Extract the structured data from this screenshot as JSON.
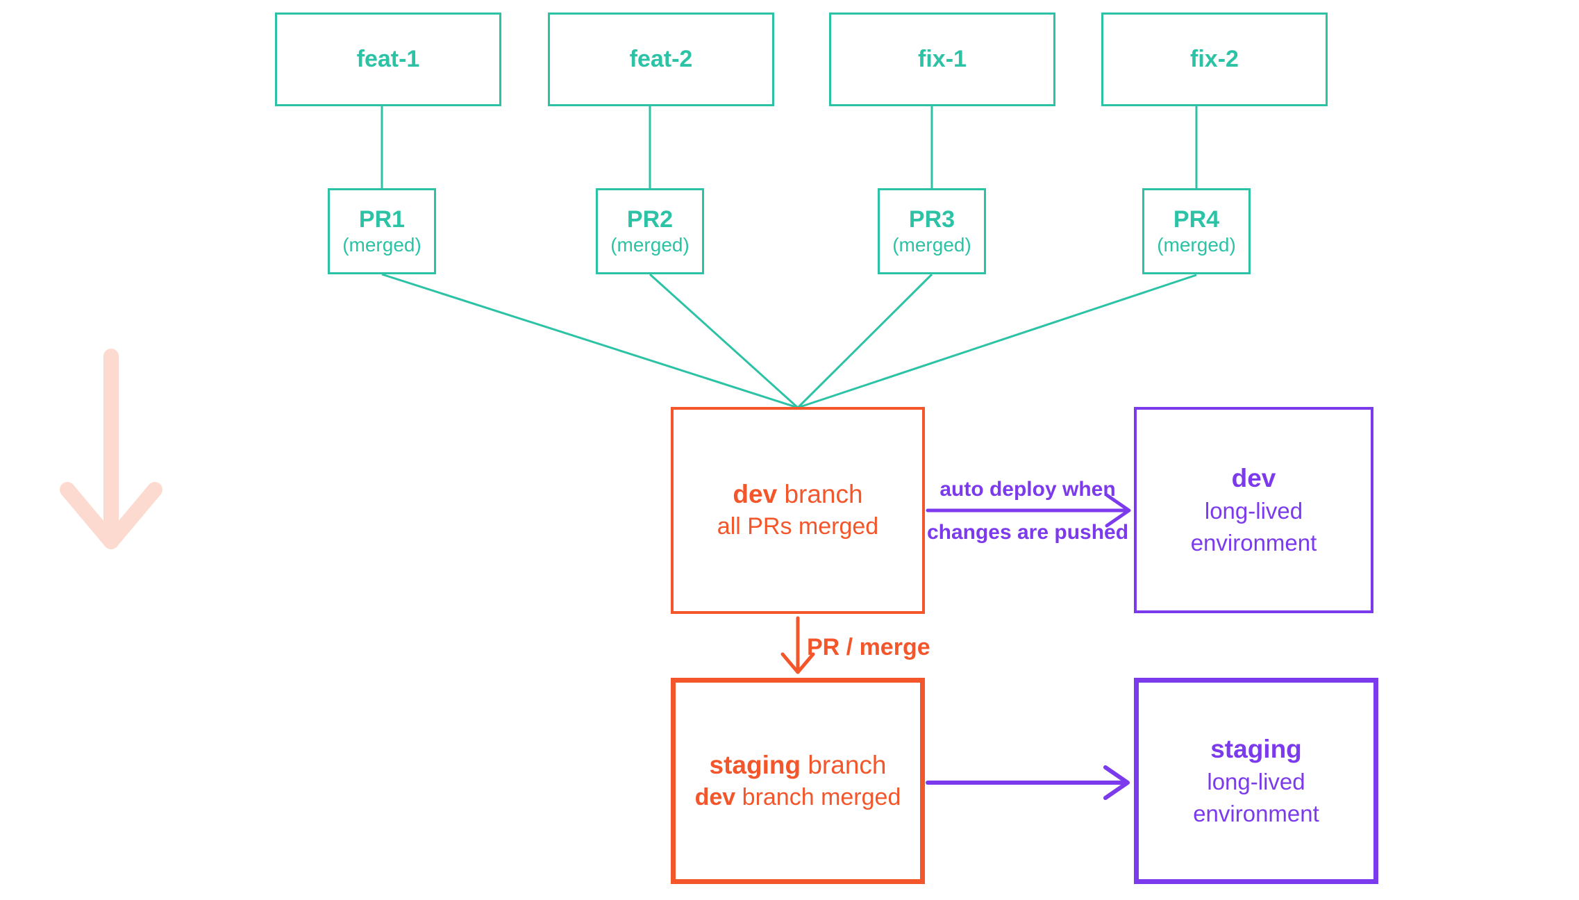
{
  "diagram_title": "branch and deployment workflow diagram",
  "colors": {
    "teal": "#2bc2a5",
    "orange": "#f4562b",
    "purple": "#7c3aed",
    "faded_arrow_pink": "#fcdacf",
    "background": "#ffffff"
  },
  "branches": {
    "feat1": "feat-1",
    "feat2": "feat-2",
    "fix1": "fix-1",
    "fix2": "fix-2"
  },
  "prs": {
    "pr1": {
      "title": "PR1",
      "status": "(merged)"
    },
    "pr2": {
      "title": "PR2",
      "status": "(merged)"
    },
    "pr3": {
      "title": "PR3",
      "status": "(merged)"
    },
    "pr4": {
      "title": "PR4",
      "status": "(merged)"
    }
  },
  "dev_branch": {
    "name_bold": "dev",
    "name_rest": " branch",
    "subtitle": "all PRs merged"
  },
  "staging_branch": {
    "name_bold": "staging",
    "name_rest": " branch",
    "subtitle_bold": "dev",
    "subtitle_rest": " branch merged"
  },
  "dev_env": {
    "name": "dev",
    "line2": "long-lived",
    "line3": "environment"
  },
  "staging_env": {
    "name": "staging",
    "line2": "long-lived",
    "line3": "environment"
  },
  "edge_labels": {
    "auto_deploy_line1": "auto deploy when",
    "auto_deploy_line2": "changes are pushed",
    "pr_merge": "PR / merge"
  }
}
